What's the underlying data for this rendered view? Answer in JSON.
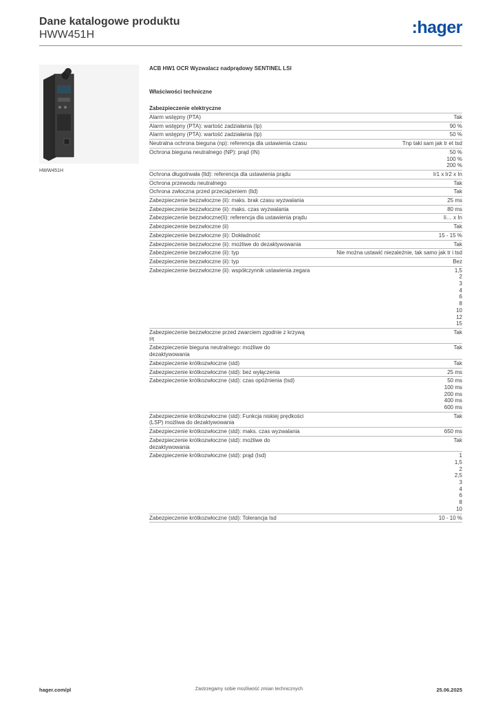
{
  "header": {
    "title": "Dane katalogowe produktu",
    "code": "HWW451H",
    "logo": "hager"
  },
  "image": {
    "caption": "HWW451H"
  },
  "product_name": "ACB HW1 OCR Wyzwalacz nadprądowy SENTINEL LSI",
  "section_title": "Właściwości techniczne",
  "subsection_title": "Zabezpieczenie elektryczne",
  "rows": [
    {
      "label": "Alarm wstępny (PTA)",
      "value": "Tak"
    },
    {
      "label": "Alarm wstępny (PTA): wartość zadziałania (Ip)",
      "value": "90 %"
    },
    {
      "label": "Alarm wstępny (PTA): wartość zadziałania (tp)",
      "value": "50 %"
    },
    {
      "label": "Neutralna ochrona bieguna (np): referencja dla ustawienia czasu",
      "value": "Tnp taki sam jak tr et tsd"
    },
    {
      "label": "Ochrona bieguna neutralnego (NP): prąd (IN)",
      "value": "50 %\n100 %\n200 %"
    },
    {
      "label": "Ochrona długotrwała (ltd): referencja dla ustawienia prądu",
      "value": "Ir1 x Ir2 x In"
    },
    {
      "label": "Ochrona przewodu neutralnego",
      "value": "Tak"
    },
    {
      "label": "Ochrona zwłoczna przed przeciążeniem (ltd)",
      "value": "Tak"
    },
    {
      "label": "Zabezpieczenie bezzwłoczne (ii): maks. brak czasu wyzwalania",
      "value": "25 ms"
    },
    {
      "label": "Zabezpieczenie bezzwłoczne (ii): maks. czas wyzwalania",
      "value": "80 ms"
    },
    {
      "label": "Zabezpieczenie bezzwłoczne(Ii): referencja dla ustawienia prądu",
      "value": "Ii… x In"
    },
    {
      "label": "Zabezpieczenie bezzwłoczne (ii)",
      "value": "Tak"
    },
    {
      "label": "Zabezpieczenie bezzwłoczne (ii): Dokładność",
      "value": "15 - 15 %"
    },
    {
      "label": "Zabezpieczenie bezzwłoczne (ii): możliwe do dezaktywowania",
      "value": "Tak"
    },
    {
      "label": "Zabezpieczenie bezzwłoczne (ii): typ",
      "value": "Nie można ustawić niezależnie, tak samo jak tr i tsd"
    },
    {
      "label": "Zabezpieczenie bezzwłoczne (ii): typ",
      "value": "Bez"
    },
    {
      "label": "Zabezpieczenie bezzwłoczne (ii): współczynnik ustawienia zegara",
      "value": "1,5\n2\n3\n4\n6\n8\n10\n12\n15"
    },
    {
      "label": "Zabezpieczenie bezzwłoczne przed zwarciem zgodnie z krzywą I²t",
      "value": "Tak"
    },
    {
      "label": "Zabezpieczenie bieguna neutralnego: możliwe do dezaktywowania",
      "value": "Tak"
    },
    {
      "label": "Zabezpieczenie krótkozwłoczne (std)",
      "value": "Tak"
    },
    {
      "label": "Zabezpieczenie krótkozwłoczne (std): bez wyłączenia",
      "value": "25 ms"
    },
    {
      "label": "Zabezpieczenie krótkozwłoczne (std): czas opóźnienia (tsd)",
      "value": "50 ms\n100 ms\n200 ms\n400 ms\n600 ms"
    },
    {
      "label": "Zabezpieczenie krótkozwłoczne (std): Funkcja niskiej prędkości (LSP) możliwa do dezaktywowania",
      "value": "Tak"
    },
    {
      "label": "Zabezpieczenie krótkozwłoczne (std): maks. czas wyzwalania",
      "value": "650 ms"
    },
    {
      "label": "Zabezpieczenie krótkozwłoczne (std): możliwe do dezaktywowania",
      "value": "Tak"
    },
    {
      "label": "Zabezpieczenie krótkozwłoczne (std): prąd (Isd)",
      "value": "1\n1,5\n2\n2,5\n3\n4\n6\n8\n10"
    },
    {
      "label": "Zabezpieczenie krótkozwłoczne (std): Tolerancja Isd",
      "value": "10 - 10 %"
    }
  ],
  "footer": {
    "left": "hager.com/pl",
    "center": "Zastrzegamy sobie możliwość zmian technicznych",
    "right": "25.06.2025"
  }
}
